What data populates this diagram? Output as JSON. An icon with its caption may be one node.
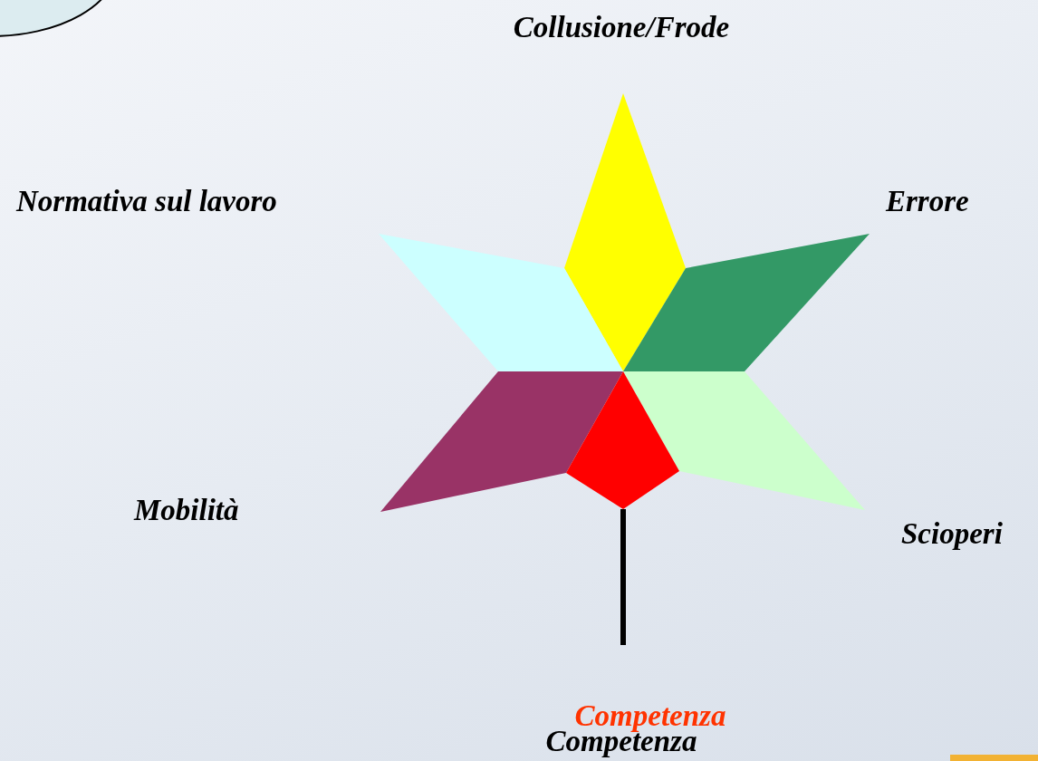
{
  "diagram": {
    "nodes": [
      {
        "text": [],
        "shape": "ellipse"
      }
    ],
    "labels": [
      "Collusione/Frode",
      "Normativa sul lavoro",
      "Errore",
      "Mobilità",
      "Scioperi",
      "Competenza",
      "Competenza"
    ]
  }
}
